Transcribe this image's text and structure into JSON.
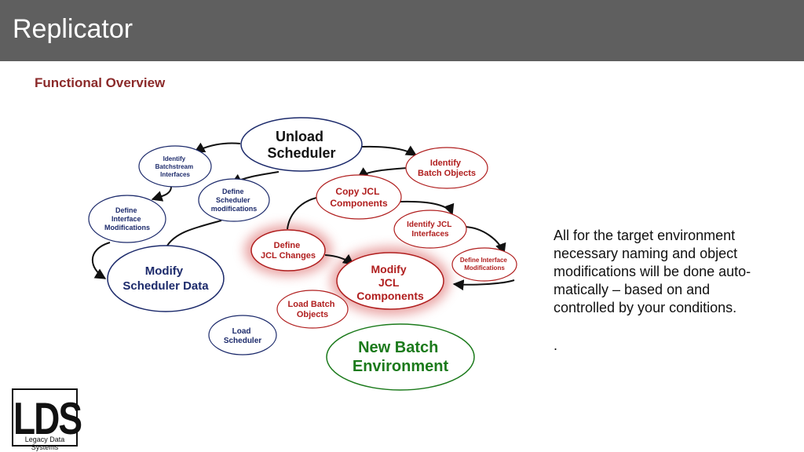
{
  "header": {
    "title": "Replicator"
  },
  "subtitle": "Functional Overview",
  "nodes": {
    "unload_scheduler": [
      "Unload",
      "Scheduler"
    ],
    "identify_batchstream": [
      "Identify",
      "Batchstream",
      "Interfaces"
    ],
    "identify_batch_objects": [
      "Identify",
      "Batch Objects"
    ],
    "define_scheduler_mods": [
      "Define",
      "Scheduler",
      "modifications"
    ],
    "copy_jcl": [
      "Copy JCL",
      "Components"
    ],
    "define_interface_mods_left": [
      "Define",
      "Interface",
      "Modifications"
    ],
    "identify_jcl_interfaces": [
      "Identify JCL",
      "Interfaces"
    ],
    "define_jcl_changes": [
      "Define",
      "JCL Changes"
    ],
    "define_interface_mods_right": [
      "Define Interface",
      "Modifications"
    ],
    "modify_scheduler_data": [
      "Modify",
      "Scheduler Data"
    ],
    "modify_jcl_components": [
      "Modify",
      "JCL",
      "Components"
    ],
    "load_batch_objects": [
      "Load Batch",
      "Objects"
    ],
    "load_scheduler": [
      "Load",
      "Scheduler"
    ],
    "new_batch_env": [
      "New Batch",
      "Environment"
    ]
  },
  "description": [
    "All for the target environment",
    "necessary naming and object",
    "modifications will be done auto-",
    "matically – based on and",
    "controlled by your conditions."
  ],
  "trailing_dot": ".",
  "logo": {
    "big": "LDS",
    "small": "Legacy Data Systems"
  },
  "colors": {
    "header": "#5f5f5f",
    "navy": "#1c2a6b",
    "red": "#b01e1e",
    "green": "#1b7a1b",
    "subtitle": "#8b2a2a"
  }
}
